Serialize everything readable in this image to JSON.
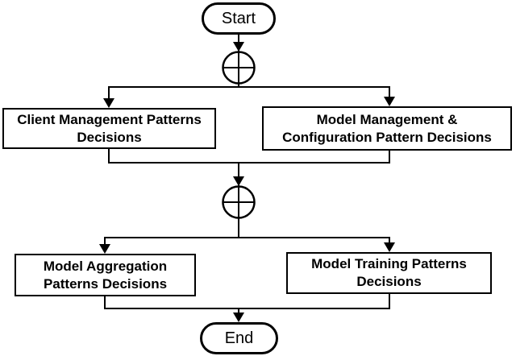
{
  "diagram": {
    "start": {
      "label": "Start"
    },
    "end": {
      "label": "End"
    },
    "boxes": [
      {
        "lines": [
          "Client Management Patterns",
          "Decisions"
        ]
      },
      {
        "lines": [
          "Model Management &",
          "Configuration Pattern Decisions"
        ]
      },
      {
        "lines": [
          "Model Aggregation",
          "Patterns Decisions"
        ]
      },
      {
        "lines": [
          "Model Training Patterns",
          "Decisions"
        ]
      }
    ],
    "colors": {
      "line": "#000000",
      "text": "#000000",
      "background": "#ffffff"
    }
  }
}
